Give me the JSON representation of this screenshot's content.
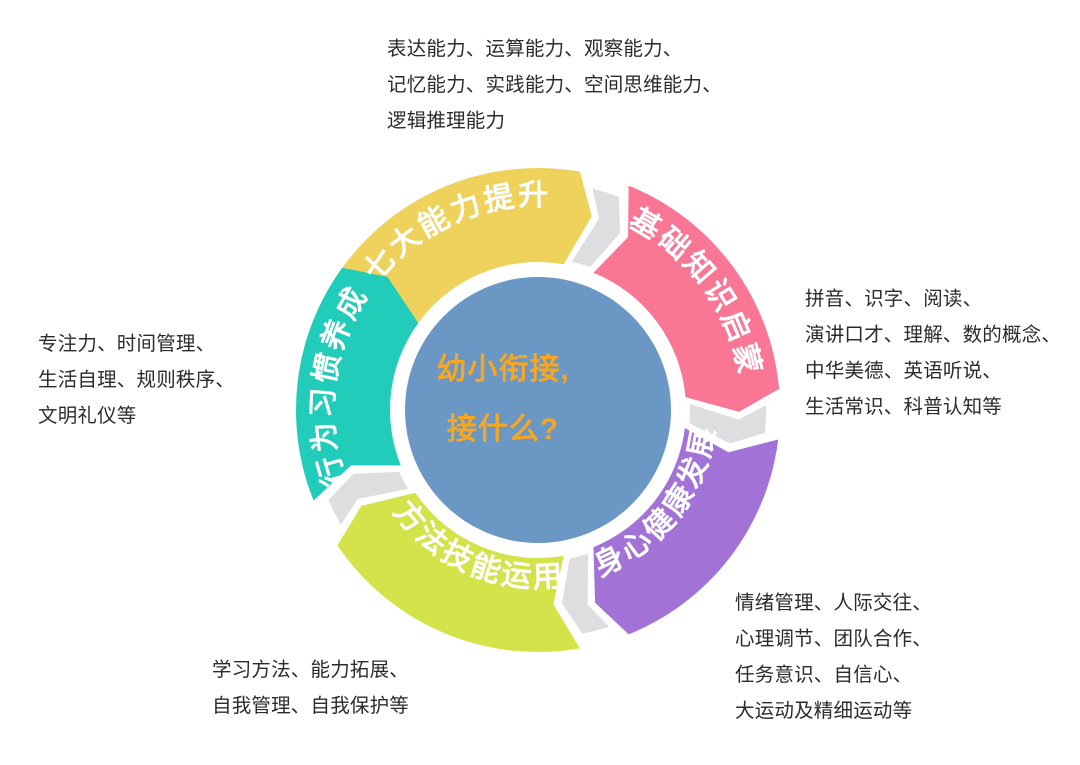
{
  "center": {
    "line1": "幼小衔接,",
    "line2": "接什么?",
    "text_color": "#F5A623",
    "fill_color": "#6B97C4"
  },
  "ring": {
    "gap_color": "#DEDEE0",
    "segments": [
      {
        "id": "ability",
        "label": "七大能力提升",
        "color": "#EFD25C",
        "start_angle": -58,
        "end_angle": 10
      },
      {
        "id": "knowledge",
        "label": "基础知识启蒙",
        "color": "#F97795",
        "start_angle": 22,
        "end_angle": 85
      },
      {
        "id": "health",
        "label": "身心健康发展",
        "color": "#A272D6",
        "start_angle": 97,
        "end_angle": 158
      },
      {
        "id": "method",
        "label": "方法技能运用",
        "color": "#D4E34A",
        "start_angle": 170,
        "end_angle": 236
      },
      {
        "id": "habit",
        "label": "行为习惯养成",
        "color": "#22CCBB",
        "start_angle": 248,
        "end_angle": 306
      }
    ]
  },
  "callouts": {
    "ability": {
      "lines": [
        "表达能力、运算能力、观察能力、",
        "记忆能力、实践能力、空间思维能力、",
        "逻辑推理能力"
      ]
    },
    "knowledge": {
      "lines": [
        "拼音、识字、阅读、",
        "演讲口才、理解、数的概念、",
        "中华美德、英语听说、",
        "生活常识、科普认知等"
      ]
    },
    "health": {
      "lines": [
        "情绪管理、人际交往、",
        "心理调节、团队合作、",
        "任务意识、自信心、",
        "大运动及精细运动等"
      ]
    },
    "method": {
      "lines": [
        "学习方法、能力拓展、",
        "自我管理、自我保护等"
      ]
    },
    "habit": {
      "lines": [
        "专注力、时间管理、",
        "生活自理、规则秩序、",
        "文明礼仪等"
      ]
    }
  }
}
